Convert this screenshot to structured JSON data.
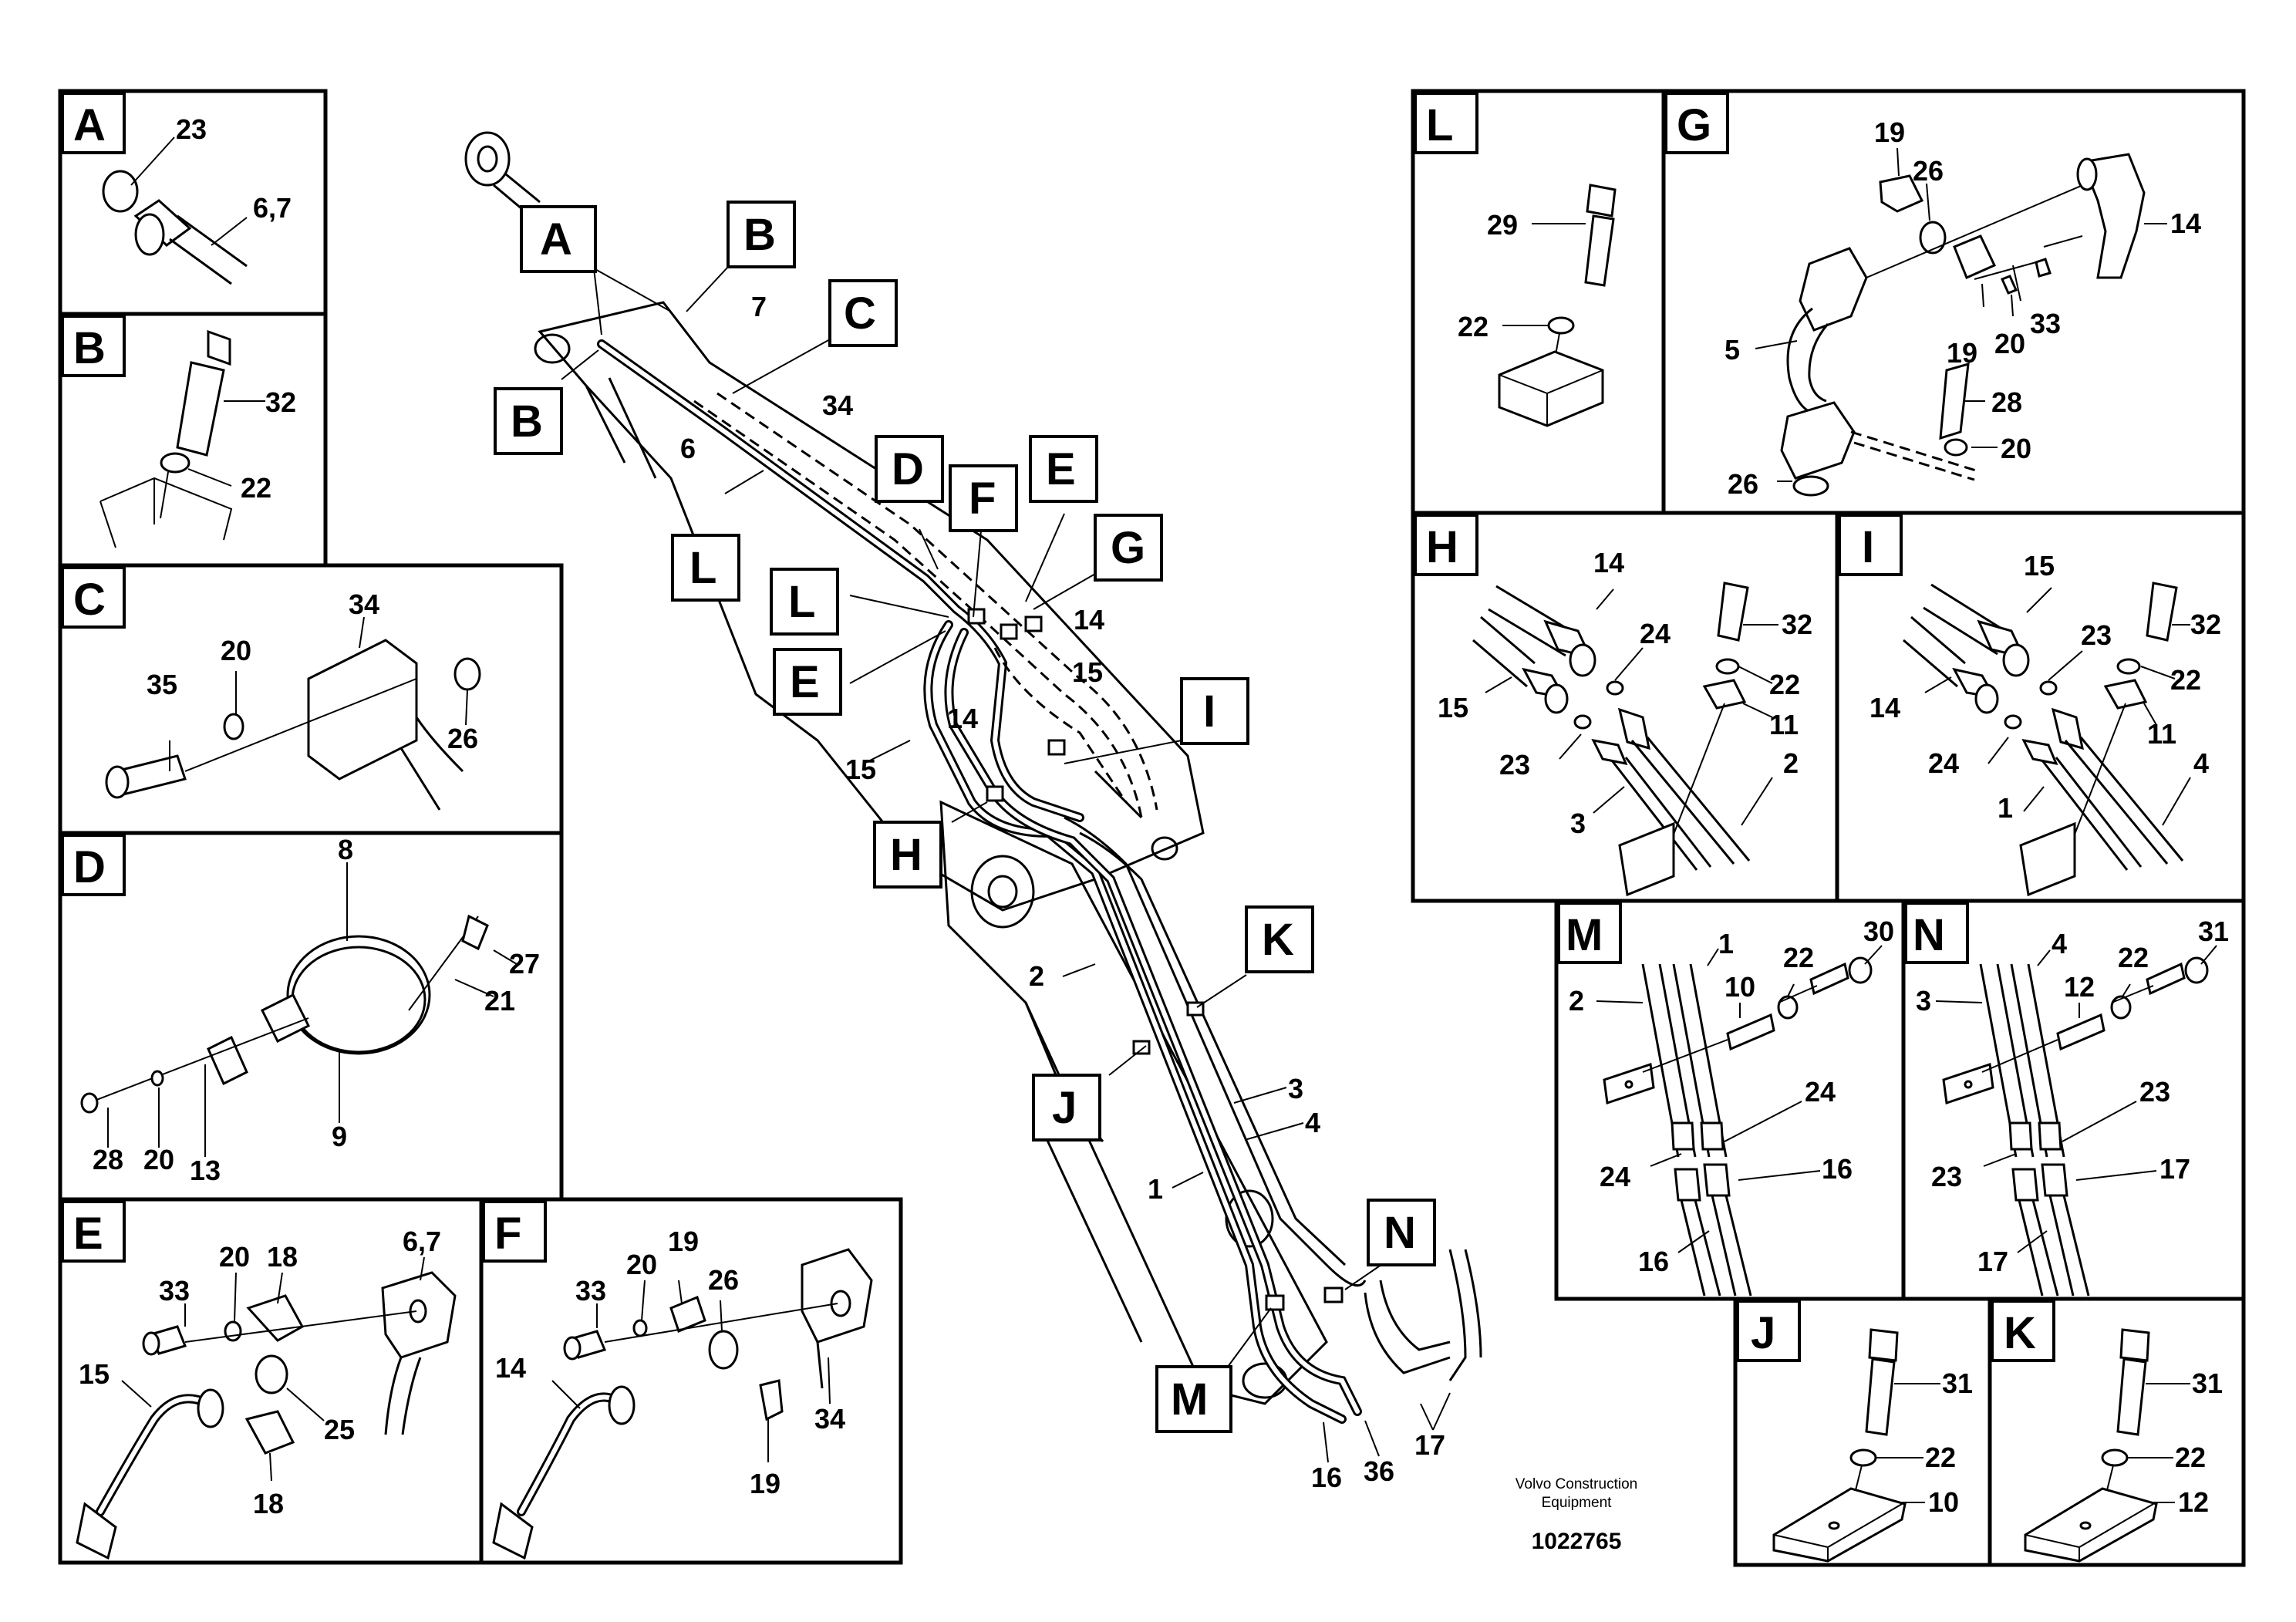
{
  "footer": {
    "manufacturer_line1": "Volvo Construction",
    "manufacturer_line2": "Equipment",
    "drawing_number": "1022765"
  },
  "panels": {
    "A": {
      "letter": "A",
      "labels": [
        "23",
        "6,7"
      ]
    },
    "B": {
      "letter": "B",
      "labels": [
        "32",
        "22"
      ]
    },
    "C": {
      "letter": "C",
      "labels": [
        "34",
        "20",
        "35",
        "26"
      ]
    },
    "D": {
      "letter": "D",
      "labels": [
        "8",
        "27",
        "21",
        "28",
        "20",
        "13",
        "9"
      ]
    },
    "E": {
      "letter": "E",
      "labels": [
        "6,7",
        "20",
        "18",
        "33",
        "15",
        "25",
        "18"
      ]
    },
    "F": {
      "letter": "F",
      "labels": [
        "20",
        "19",
        "33",
        "26",
        "14",
        "34",
        "19"
      ]
    },
    "L": {
      "letter": "L",
      "labels": [
        "29",
        "22"
      ]
    },
    "G": {
      "letter": "G",
      "labels": [
        "19",
        "26",
        "14",
        "5",
        "20",
        "33",
        "19",
        "28",
        "20",
        "26"
      ]
    },
    "H": {
      "letter": "H",
      "labels": [
        "14",
        "24",
        "32",
        "22",
        "15",
        "11",
        "23",
        "2",
        "3"
      ]
    },
    "I": {
      "letter": "I",
      "labels": [
        "15",
        "32",
        "23",
        "22",
        "14",
        "11",
        "24",
        "4",
        "1"
      ]
    },
    "M": {
      "letter": "M",
      "labels": [
        "1",
        "30",
        "2",
        "10",
        "22",
        "24",
        "24",
        "16",
        "16"
      ]
    },
    "N": {
      "letter": "N",
      "labels": [
        "4",
        "31",
        "3",
        "12",
        "22",
        "23",
        "23",
        "17",
        "17"
      ]
    },
    "J": {
      "letter": "J",
      "labels": [
        "31",
        "22",
        "10"
      ]
    },
    "K": {
      "letter": "K",
      "labels": [
        "31",
        "22",
        "12"
      ]
    }
  },
  "main": {
    "callouts": [
      "A",
      "B",
      "B",
      "C",
      "D",
      "F",
      "E",
      "G",
      "L",
      "L",
      "E",
      "I",
      "H",
      "K",
      "J",
      "N",
      "M"
    ],
    "labels": [
      "7",
      "34",
      "6",
      "14",
      "15",
      "14",
      "15",
      "2",
      "3",
      "4",
      "1",
      "16",
      "36",
      "17"
    ]
  }
}
